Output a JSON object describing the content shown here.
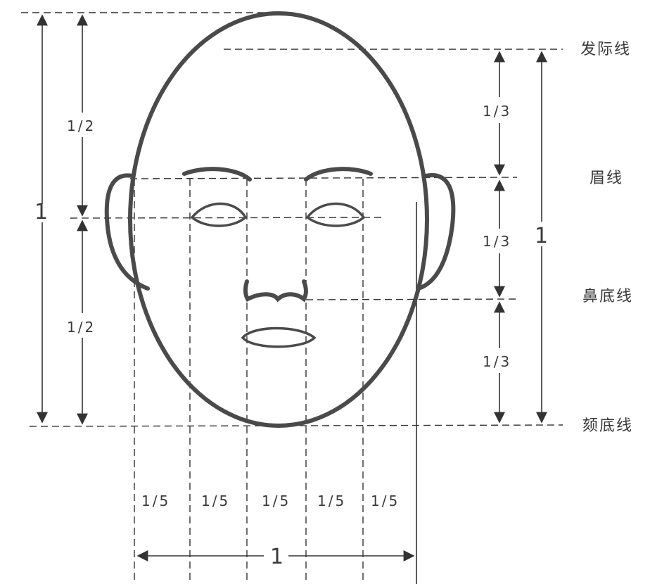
{
  "labels": {
    "hairline": "发际线",
    "brow_line": "眉线",
    "nose_base_line": "鼻底线",
    "chin_line": "颏底线"
  },
  "fractions": {
    "half_top": "1/2",
    "half_bottom": "1/2",
    "third_top": "1/3",
    "third_middle": "1/3",
    "third_bottom": "1/3",
    "fifths": [
      "1/5",
      "1/5",
      "1/5",
      "1/5",
      "1/5"
    ]
  },
  "totals": {
    "left_total": "1",
    "right_total": "1",
    "width_total": "1"
  }
}
